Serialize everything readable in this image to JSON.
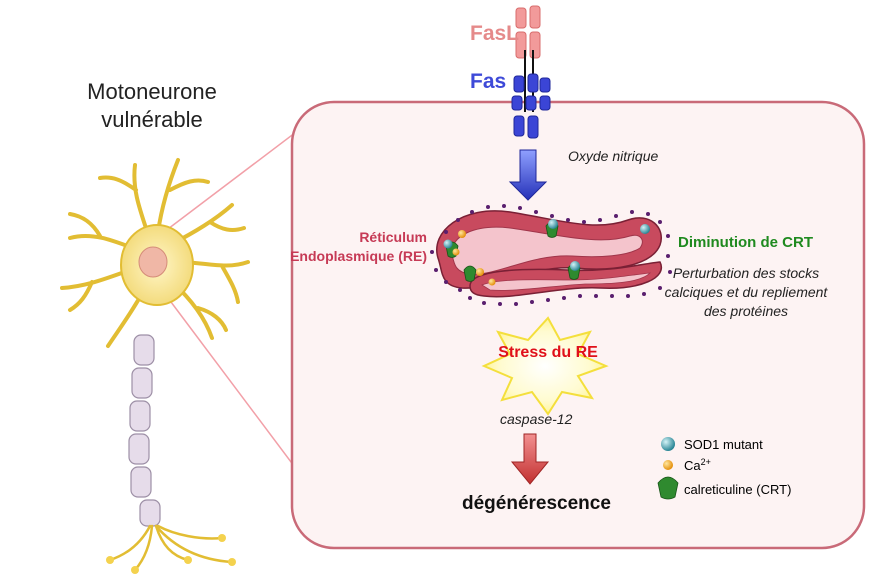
{
  "neuron": {
    "title_line1": "Motoneurone",
    "title_line2": "vulnérable"
  },
  "receptors": {
    "ligand": "FasL",
    "receptor": "Fas"
  },
  "pathway": {
    "signal": "Oxyde nitrique",
    "er_label_line1": "Réticulum",
    "er_label_line2": "Endoplasmique (RE)",
    "crt_decrease": "Diminution de CRT",
    "perturbation": "Perturbation des stocks calciques et du repliement des protéines",
    "stress": "Stress du RE",
    "caspase": "caspase-12",
    "outcome": "dégénérescence"
  },
  "legend": {
    "sod1": "SOD1 mutant",
    "calcium_base": "Ca",
    "calcium_sup": "2+",
    "crt": "calreticuline (CRT)"
  },
  "colors": {
    "cell_border": "#c96a78",
    "cell_fill": "#fdf3f3",
    "fasl": "#f29a9a",
    "fas": "#3b45d6",
    "er": "#c84a5e",
    "er_lumen": "#f4c4cc",
    "crt": "#2f8a2f",
    "sod1": "#3aa9b8",
    "calcium": "#f1a21c",
    "burst": "#fff59d",
    "neuron": "#f7e08a",
    "axon": "#e6dcea"
  }
}
